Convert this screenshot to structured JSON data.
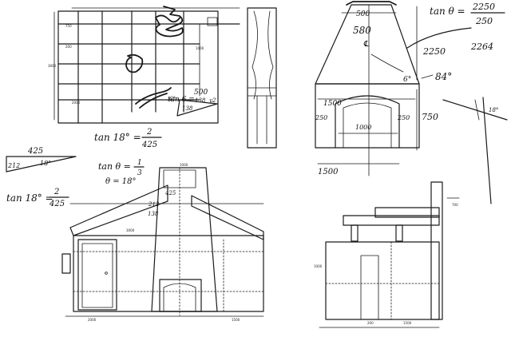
{
  "labels": {
    "top_cap": "500",
    "top_580": "580",
    "top_mark_cl": "℄",
    "tan_theta_a": "tan θ =",
    "frac_2250": "2250",
    "frac_250": "250",
    "v_2250": "2250",
    "v_2264": "2264",
    "ang_84": "84°",
    "ang_6": "6°",
    "w_1500_mid": "1500",
    "w_250_l": "250",
    "w_1000": "1000",
    "w_250_r": "250",
    "h_750": "750",
    "w_1500_bot": "1500",
    "a_18": "18°",
    "tan_theta_b": "tan θ =",
    "tan_b_num": "1",
    "tan_b_den": "3",
    "theta_eq": "θ = 18°",
    "tan18_a": "tan 18° =",
    "frac2_num": "2",
    "frac2_den": "425",
    "tan18_b": "tan 18° =",
    "frac3_num": "2",
    "frac3_den": "425",
    "tri_425": "425",
    "tri_212": "212",
    "tri_18": "18°",
    "tri2_500": "500",
    "tri2_6": "6°",
    "tri2_138": "138",
    "tanb_eq": "tan 6 =",
    "tanb_frac": "138",
    "tanb_y2": "y2",
    "plan_750": "750",
    "plan_200": "200",
    "plan_3000": "3000",
    "plan_1000": "1000",
    "plan_2000": "2000",
    "elev_425": "425",
    "elev_212": "212",
    "elev_138": "138",
    "elev_1000": "1000",
    "elev_3000": "3000",
    "elev_2000": "2000",
    "elev_1500": "1500",
    "side_700": "700",
    "side_1000": "1000",
    "side_1500": "1500",
    "side_200": "200"
  }
}
